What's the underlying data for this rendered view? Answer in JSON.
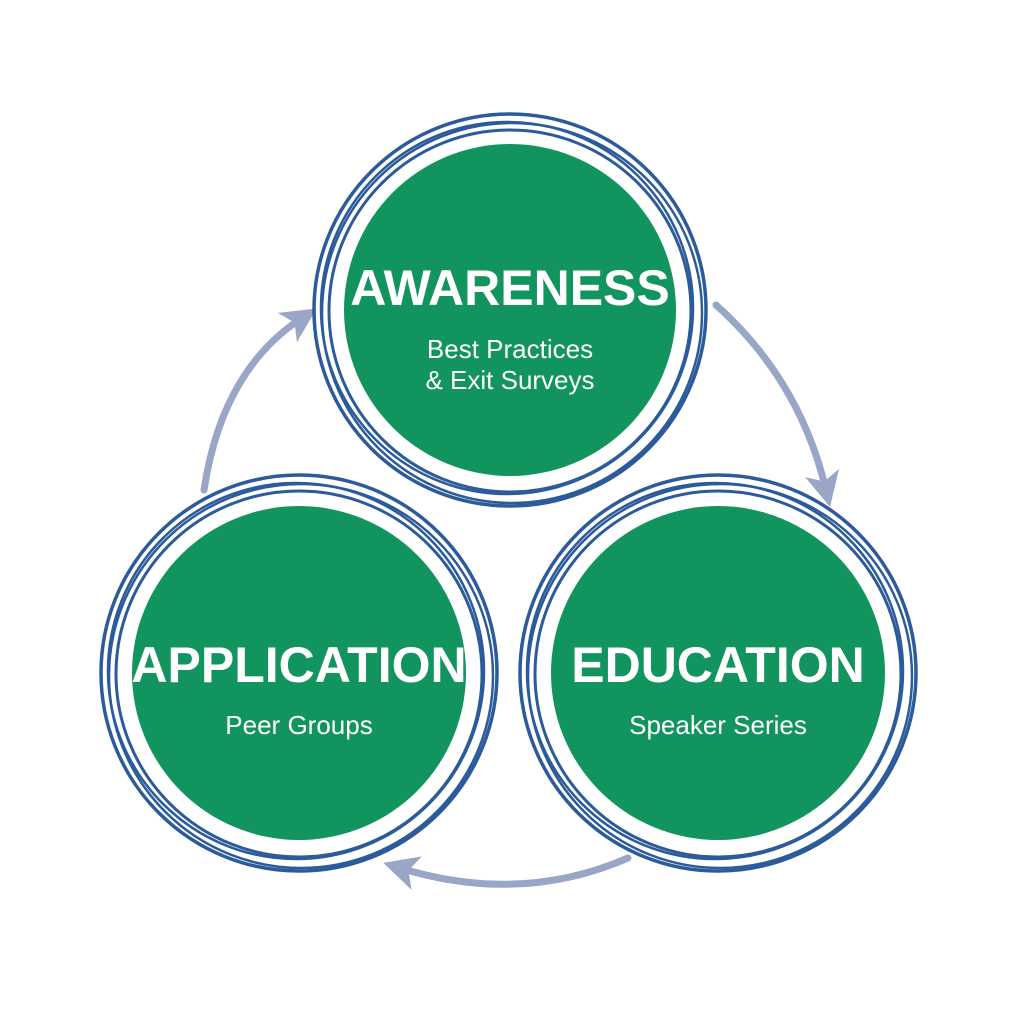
{
  "diagram": {
    "type": "cycle",
    "colors": {
      "fill": "#12945e",
      "ring": "#2b5b9a",
      "arrow": "#9aa6c8",
      "background": "#ffffff"
    },
    "nodes": [
      {
        "title": "AWARENESS",
        "subtitle_line1": "Best Practices",
        "subtitle_line2": "& Exit Surveys"
      },
      {
        "title": "EDUCATION",
        "subtitle_line1": "Speaker Series"
      },
      {
        "title": "APPLICATION",
        "subtitle_line1": "Peer Groups"
      }
    ],
    "edges": [
      {
        "from": "AWARENESS",
        "to": "EDUCATION"
      },
      {
        "from": "EDUCATION",
        "to": "APPLICATION"
      },
      {
        "from": "APPLICATION",
        "to": "AWARENESS"
      }
    ]
  }
}
